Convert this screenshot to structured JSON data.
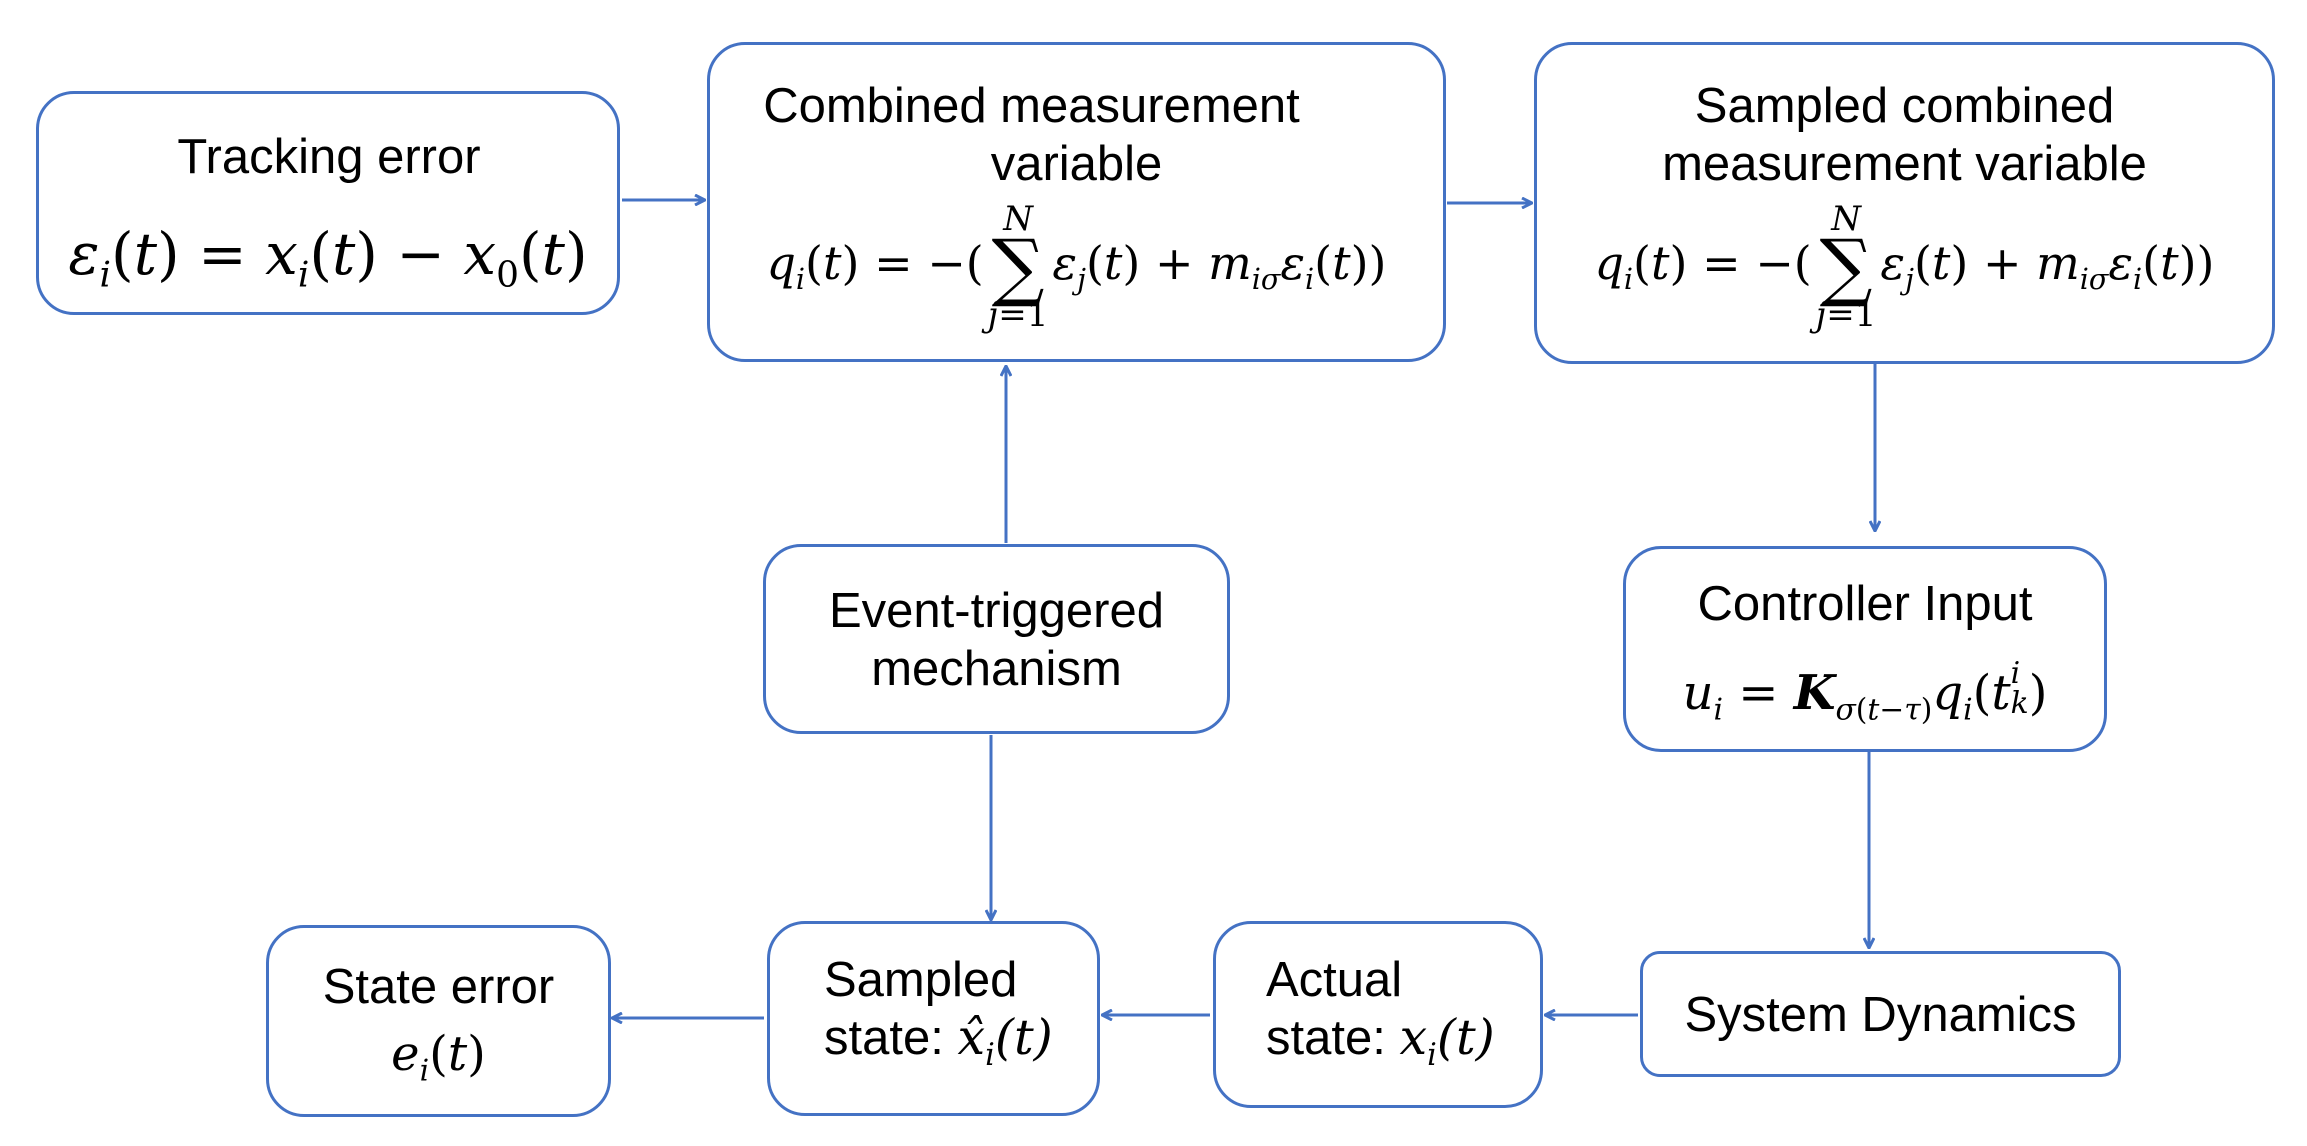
{
  "colors": {
    "accent": "#4472C4",
    "text": "#000000",
    "background": "#ffffff"
  },
  "nodes": {
    "tracking_error": {
      "title": "Tracking error",
      "formula": "εi(t) = xi(t) − x0(t)"
    },
    "combined_measurement": {
      "title_line1": "Combined measurement",
      "title_line2": "variable",
      "formula": "qi(t) = −(∑_{j=1}^{N} εj(t) + miσ εi(t))"
    },
    "sampled_combined": {
      "title_line1": "Sampled combined",
      "title_line2": "measurement variable",
      "formula": "qi(t) = −(∑_{j=1}^{N} εj(t) + miσ εi(t))"
    },
    "event_triggered": {
      "title_line1": "Event-triggered",
      "title_line2": "mechanism"
    },
    "controller_input": {
      "title": "Controller Input",
      "formula": "ui = Kσ(t−τ) qi(t^i_k)"
    },
    "system_dynamics": {
      "title": "System Dynamics"
    },
    "actual_state": {
      "title_line1": "Actual",
      "title_line2_prefix": "state: ",
      "title_line2_math": "xi(t)"
    },
    "sampled_state": {
      "title_line1": "Sampled",
      "title_line2_prefix": "state: ",
      "title_line2_math": "x̂i(t)"
    },
    "state_error": {
      "title": "State error",
      "formula": "ei(t)"
    }
  },
  "edges": [
    {
      "from": "tracking_error",
      "to": "combined_measurement"
    },
    {
      "from": "combined_measurement",
      "to": "sampled_combined"
    },
    {
      "from": "sampled_combined",
      "to": "controller_input"
    },
    {
      "from": "controller_input",
      "to": "system_dynamics"
    },
    {
      "from": "system_dynamics",
      "to": "actual_state"
    },
    {
      "from": "actual_state",
      "to": "sampled_state"
    },
    {
      "from": "sampled_state",
      "to": "state_error"
    },
    {
      "from": "event_triggered",
      "to": "combined_measurement"
    },
    {
      "from": "event_triggered",
      "to": "sampled_state"
    }
  ]
}
